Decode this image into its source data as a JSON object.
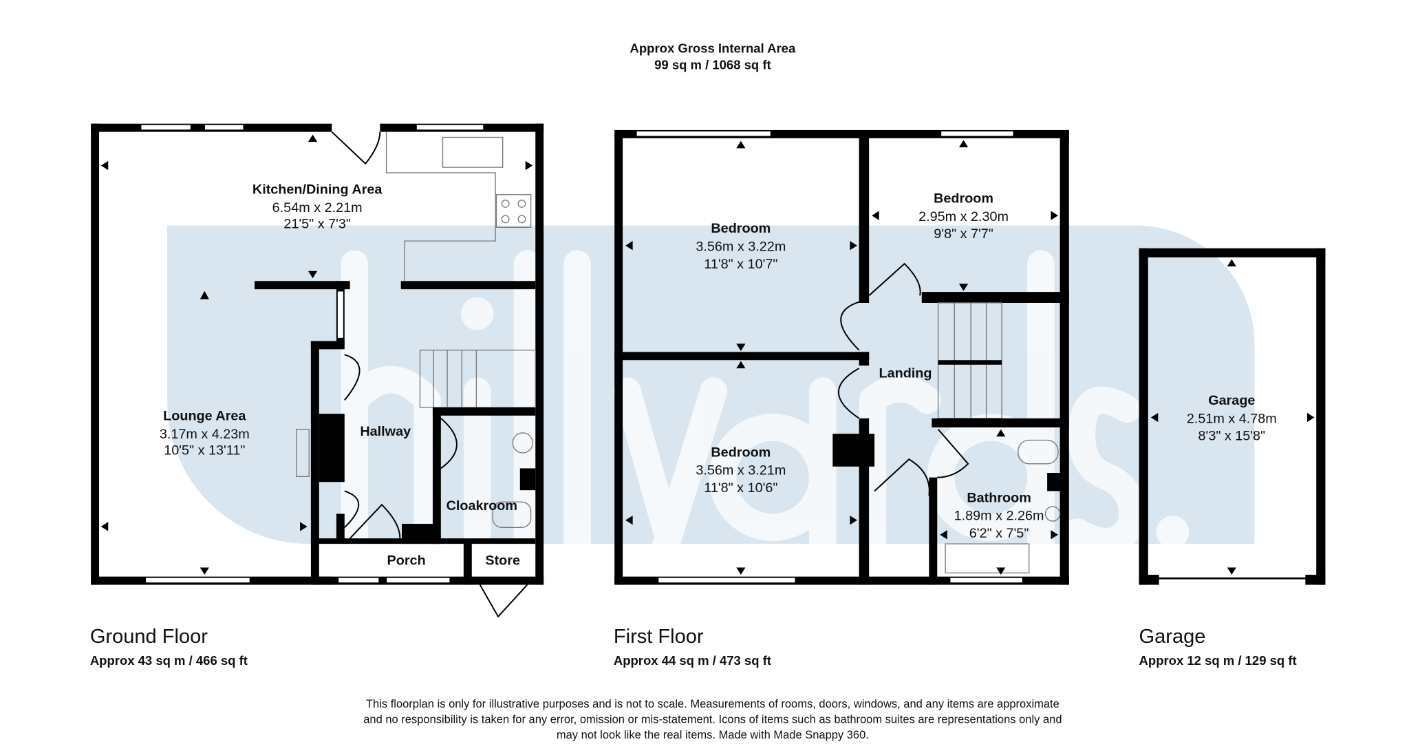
{
  "header": {
    "title": "Approx Gross Internal Area",
    "total_area": "99 sq m / 1068 sq ft"
  },
  "watermark": {
    "logo_text": "hillyards.",
    "color": "#d9e5ef"
  },
  "ground_floor": {
    "label": "Ground Floor",
    "area": "Approx 43 sq m / 466 sq ft",
    "rooms": {
      "kitchen": {
        "name": "Kitchen/Dining Area",
        "metric": "6.54m x 2.21m",
        "imperial": "21'5\" x 7'3\""
      },
      "lounge": {
        "name": "Lounge Area",
        "metric": "3.17m x 4.23m",
        "imperial": "10'5\" x 13'11\""
      },
      "hallway": {
        "name": "Hallway"
      },
      "cloakroom": {
        "name": "Cloakroom"
      },
      "porch": {
        "name": "Porch"
      },
      "store": {
        "name": "Store"
      }
    }
  },
  "first_floor": {
    "label": "First Floor",
    "area": "Approx 44 sq m / 473 sq ft",
    "rooms": {
      "bedroom1": {
        "name": "Bedroom",
        "metric": "3.56m x 3.22m",
        "imperial": "11'8\" x 10'7\""
      },
      "bedroom2": {
        "name": "Bedroom",
        "metric": "2.95m x 2.30m",
        "imperial": "9'8\" x 7'7\""
      },
      "landing": {
        "name": "Landing"
      },
      "bedroom3": {
        "name": "Bedroom",
        "metric": "3.56m x 3.21m",
        "imperial": "11'8\" x 10'6\""
      },
      "bathroom": {
        "name": "Bathroom",
        "metric": "1.89m x 2.26m",
        "imperial": "6'2\" x 7'5\""
      }
    }
  },
  "garage": {
    "label": "Garage",
    "area": "Approx 12 sq m / 129 sq ft",
    "room": {
      "name": "Garage",
      "metric": "2.51m x 4.78m",
      "imperial": "8'3\" x 15'8\""
    }
  },
  "disclaimer": {
    "line1": "This floorplan is only for illustrative purposes and is not to scale. Measurements of rooms, doors, windows, and any items are approximate",
    "line2": "and no responsibility is taken for any error, omission or mis-statement. Icons of items such as bathroom suites are representations only and",
    "line3": "may not look like the real items. Made with Made Snappy 360."
  }
}
